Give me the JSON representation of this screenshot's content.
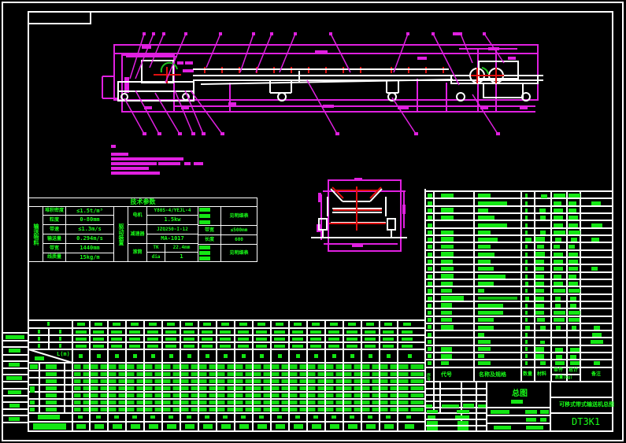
{
  "drawing": {
    "title": "Mobile belt conveyor general assembly",
    "drawing_number": "DT3K1",
    "sheet_label": "总图",
    "colors": {
      "background": "#000000",
      "frame": "#ffffff",
      "text": "#19ff19",
      "dimension": "#e020e0",
      "centerline": "#e01010",
      "arc": "#20c020"
    }
  },
  "notes": {
    "heading": "说明",
    "lines": [
      "1.",
      "2.",
      "3.",
      "4."
    ]
  },
  "spec_table": {
    "title": "技术参数",
    "material_group_label": "输送物料",
    "rows_left": [
      {
        "label": "堆积密度",
        "value": "≤1.5t/m³"
      },
      {
        "label": "粒度",
        "value": "0-80mm"
      },
      {
        "label": "带速",
        "value": "≤1.3m/s"
      },
      {
        "label": "输送量",
        "value": "0.294m/s"
      },
      {
        "label": "带宽",
        "value": "1440mm"
      },
      {
        "label": "线质量",
        "value": "15kg/m"
      }
    ],
    "drive_group_label": "驱动装置",
    "rows_mid": [
      {
        "label": "电机",
        "value": "Y80S-4/YEJL-4"
      },
      {
        "label": "",
        "value": "1.5kw"
      },
      {
        "label": "减速器",
        "value": "JZQ250-I-12"
      },
      {
        "label": "",
        "value": "MA-1017"
      },
      {
        "label": "滚筒",
        "value": "TK",
        "value2": "22.4mm"
      },
      {
        "label": "",
        "value": "dia",
        "value2": "1"
      }
    ],
    "rows_right": [
      {
        "label": "",
        "value": "见明细表"
      },
      {
        "label": "带宽",
        "value": "≤500mm"
      },
      {
        "label": "长度",
        "value": "600"
      },
      {
        "label": "",
        "value": "见明细表"
      }
    ]
  },
  "parts_list": {
    "footer_headers": [
      "序号",
      "代号",
      "名称及规格",
      "数量",
      "材料",
      "单件",
      "总计",
      "备注"
    ],
    "mass_label": "质量(kg)",
    "row_count": 27
  },
  "title_block": {
    "sheet_label": "总图",
    "drawing_name": "可移式带式输送机总图",
    "drawing_code": "DT3K1"
  },
  "bottom_table": {
    "corner_label": "L(m)",
    "column_count": 13,
    "row_count": 12
  },
  "callouts": {
    "top_count": 12,
    "bottom_count": 10
  }
}
